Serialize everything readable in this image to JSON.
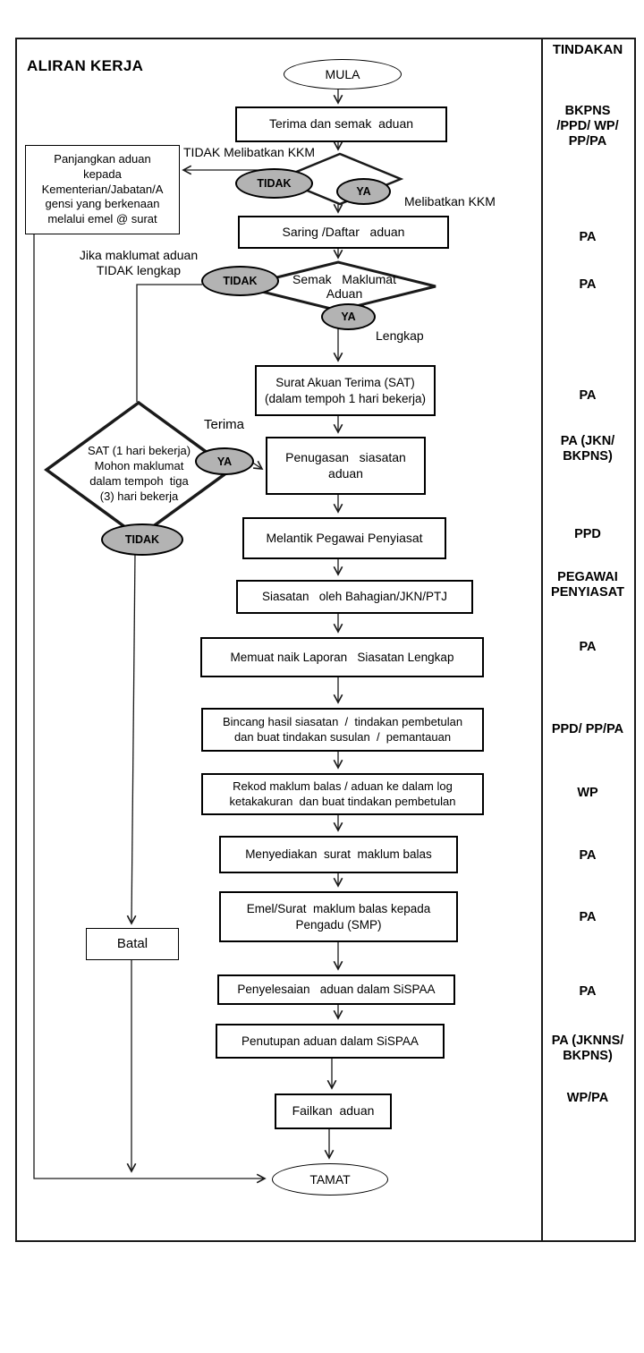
{
  "page": {
    "title": "ALIRAN KERJA"
  },
  "actions_column": {
    "header": "TINDAKAN",
    "labels": [
      [
        "BKPNS",
        "/PPD/ WP/",
        "PP/PA"
      ],
      [
        "PA"
      ],
      [
        "PA"
      ],
      [
        "PA"
      ],
      [
        "PA (JKN/",
        "BKPNS)"
      ],
      [
        "PPD"
      ],
      [
        "PEGAWAI",
        "PENYIASAT"
      ],
      [
        "PA"
      ],
      [
        "PPD/ PP/PA"
      ],
      [
        "WP"
      ],
      [
        "PA"
      ],
      [
        "PA"
      ],
      [
        "PA"
      ],
      [
        "PA (JKNNS/",
        "BKPNS)"
      ],
      [
        "WP/PA"
      ]
    ]
  },
  "nodes": {
    "mula": "MULA",
    "terima_semak": "Terima dan semak  aduan",
    "panjangkan": [
      "Panjangkan aduan",
      "kepada",
      "Kementerian/Jabatan/A",
      "gensi yang berkenaan",
      "melalui emel @ surat"
    ],
    "saring": "Saring /Daftar   aduan",
    "semak_maklumat": [
      "Semak   Maklumat",
      "Aduan"
    ],
    "sat": [
      "Surat Akuan Terima (SAT)",
      "(dalam tempoh 1 hari bekerja)"
    ],
    "sat_decision": [
      "SAT (1 hari bekerja)",
      "Mohon maklumat",
      "dalam tempoh  tiga",
      "(3) hari bekerja"
    ],
    "penugasan": [
      "Penugasan   siasatan",
      "aduan"
    ],
    "melantik": "Melantik Pegawai Penyiasat",
    "siasatan": "Siasatan   oleh Bahagian/JKN/PTJ",
    "memuat": "Memuat naik Laporan   Siasatan Lengkap",
    "bincang": [
      "Bincang hasil siasatan  /  tindakan pembetulan",
      "dan buat tindakan susulan  /  pemantauan"
    ],
    "rekod": [
      "Rekod maklum balas / aduan ke dalam log",
      "ketakakuran  dan buat tindakan pembetulan"
    ],
    "menyediakan": "Menyediakan  surat  maklum balas",
    "emel": [
      "Emel/Surat  maklum balas kepada",
      "Pengadu (SMP)"
    ],
    "batal": "Batal",
    "penyelesaian": "Penyelesaian   aduan dalam SiSPAA",
    "penutupan": "Penutupan aduan dalam SiSPAA",
    "failkan": "Failkan  aduan",
    "tamat": "TAMAT"
  },
  "edge_labels": {
    "tidak_melibatkan_kkm": "TIDAK Melibatkan KKM",
    "melibatkan_kkm": "Melibatkan KKM",
    "jika_maklumat": [
      "Jika maklumat aduan",
      "TIDAK lengkap"
    ],
    "lengkap": "Lengkap",
    "terima": "Terima",
    "ya": "YA",
    "tidak": "TIDAK"
  },
  "colors": {
    "oval_fill": "#b3b3b3",
    "line": "#1a1a1a",
    "background": "#ffffff"
  }
}
